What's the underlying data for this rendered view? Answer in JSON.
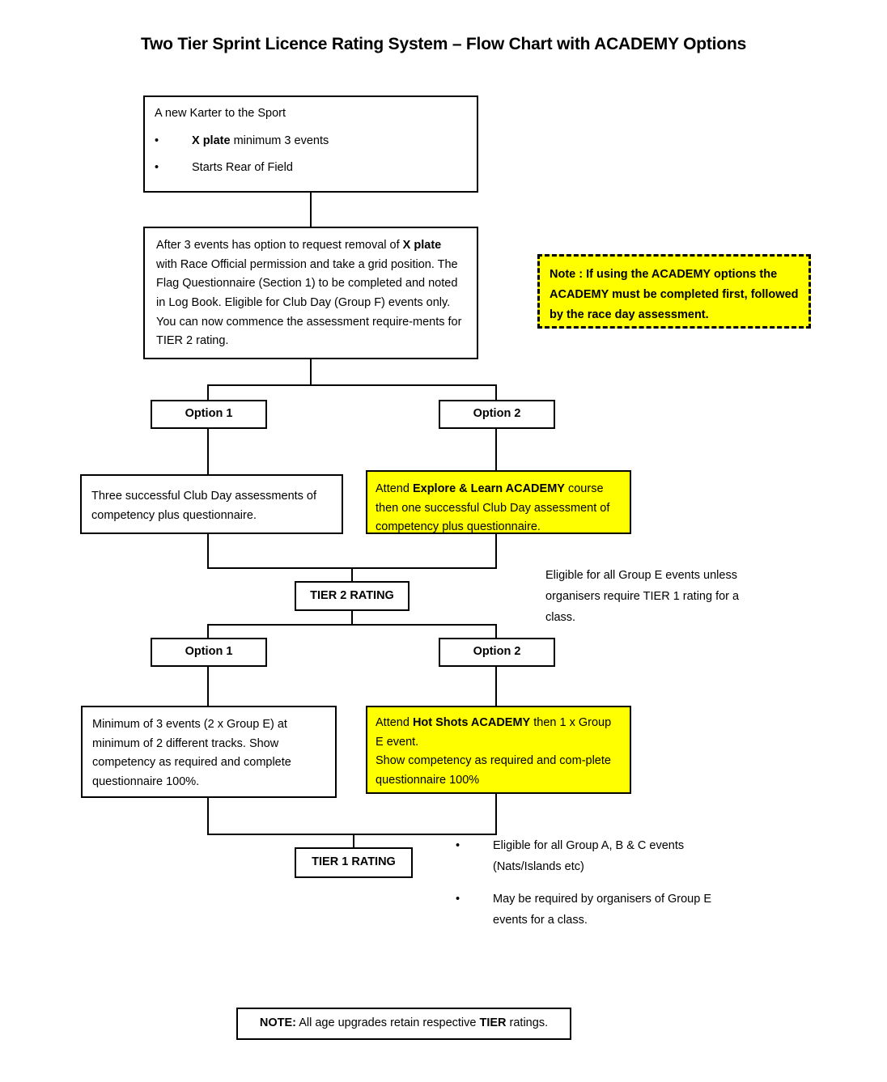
{
  "title": "Two Tier Sprint Licence Rating System – Flow Chart with ACADEMY Options",
  "boxes": {
    "new_karter": {
      "line1": "A new Karter to the Sport",
      "bullets": [
        {
          "bold": "X plate",
          "rest": " minimum 3 events"
        },
        {
          "bold": "",
          "rest": "Starts Rear of Field"
        }
      ],
      "bullet_glyph": "•"
    },
    "after_three_events": {
      "text_before_bold": "After 3 events has option to request removal of ",
      "bold": "X plate",
      "text_after": " with Race Official permission and take a grid position. The Flag Questionnaire (Section 1) to be completed and noted in Log Book. Eligible for Club Day (Group F) events only. You can now commence the assessment require-ments for TIER 2 rating."
    },
    "academy_note": "Note : If using the ACADEMY options the ACADEMY must be completed first, followed by the race day assessment.",
    "option1_top": "Option 1",
    "option2_top": "Option 2",
    "tier2_left": "Three successful Club Day assessments of competency plus questionnaire.",
    "tier2_right": {
      "pre": "Attend ",
      "bold": "Explore & Learn ACADEMY",
      "post": " course then one successful Club Day assessment of competency plus questionnaire."
    },
    "tier2_rating": "TIER 2 RATING",
    "tier2_side_note": "Eligible for all Group E events unless organisers require TIER 1 rating for a class.",
    "option1_bottom": "Option 1",
    "option2_bottom": "Option 2",
    "tier1_left": "Minimum of 3 events (2 x Group E) at minimum of 2 different tracks. Show competency as required and complete questionnaire 100%.",
    "tier1_right": {
      "pre": "Attend ",
      "bold": "Hot Shots ACADEMY",
      "post": " then 1 x Group E event.",
      "line2": "Show competency as required and com-plete questionnaire 100%"
    },
    "tier1_rating": "TIER 1 RATING",
    "tier1_side_bullets": [
      "Eligible for all Group A, B & C events (Nats/Islands etc)",
      "May be required by organisers of Group E events for a class."
    ],
    "footer_note": {
      "bold1": "NOTE:",
      "mid": " All age upgrades retain respective ",
      "bold2": "TIER",
      "end": " ratings."
    }
  },
  "colors": {
    "highlight": "#ffff00",
    "stroke": "#000000",
    "background": "#ffffff"
  }
}
